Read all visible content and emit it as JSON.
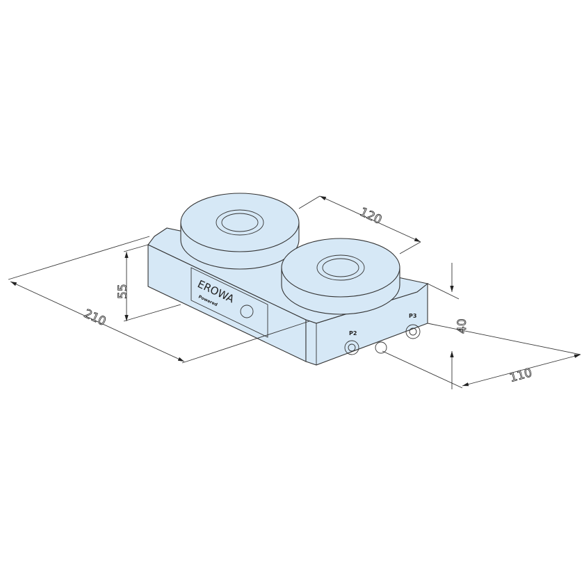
{
  "dimensions": {
    "length": "210",
    "height_left": "55",
    "spacing": "120",
    "height_right": "40",
    "width": "110"
  },
  "ports": {
    "p2": "P2",
    "p3": "P3"
  },
  "nameplate": {
    "brand": "EROWA",
    "sub": "Powered"
  },
  "colors": {
    "body": "#d6e8f6",
    "lines": "#333333"
  }
}
